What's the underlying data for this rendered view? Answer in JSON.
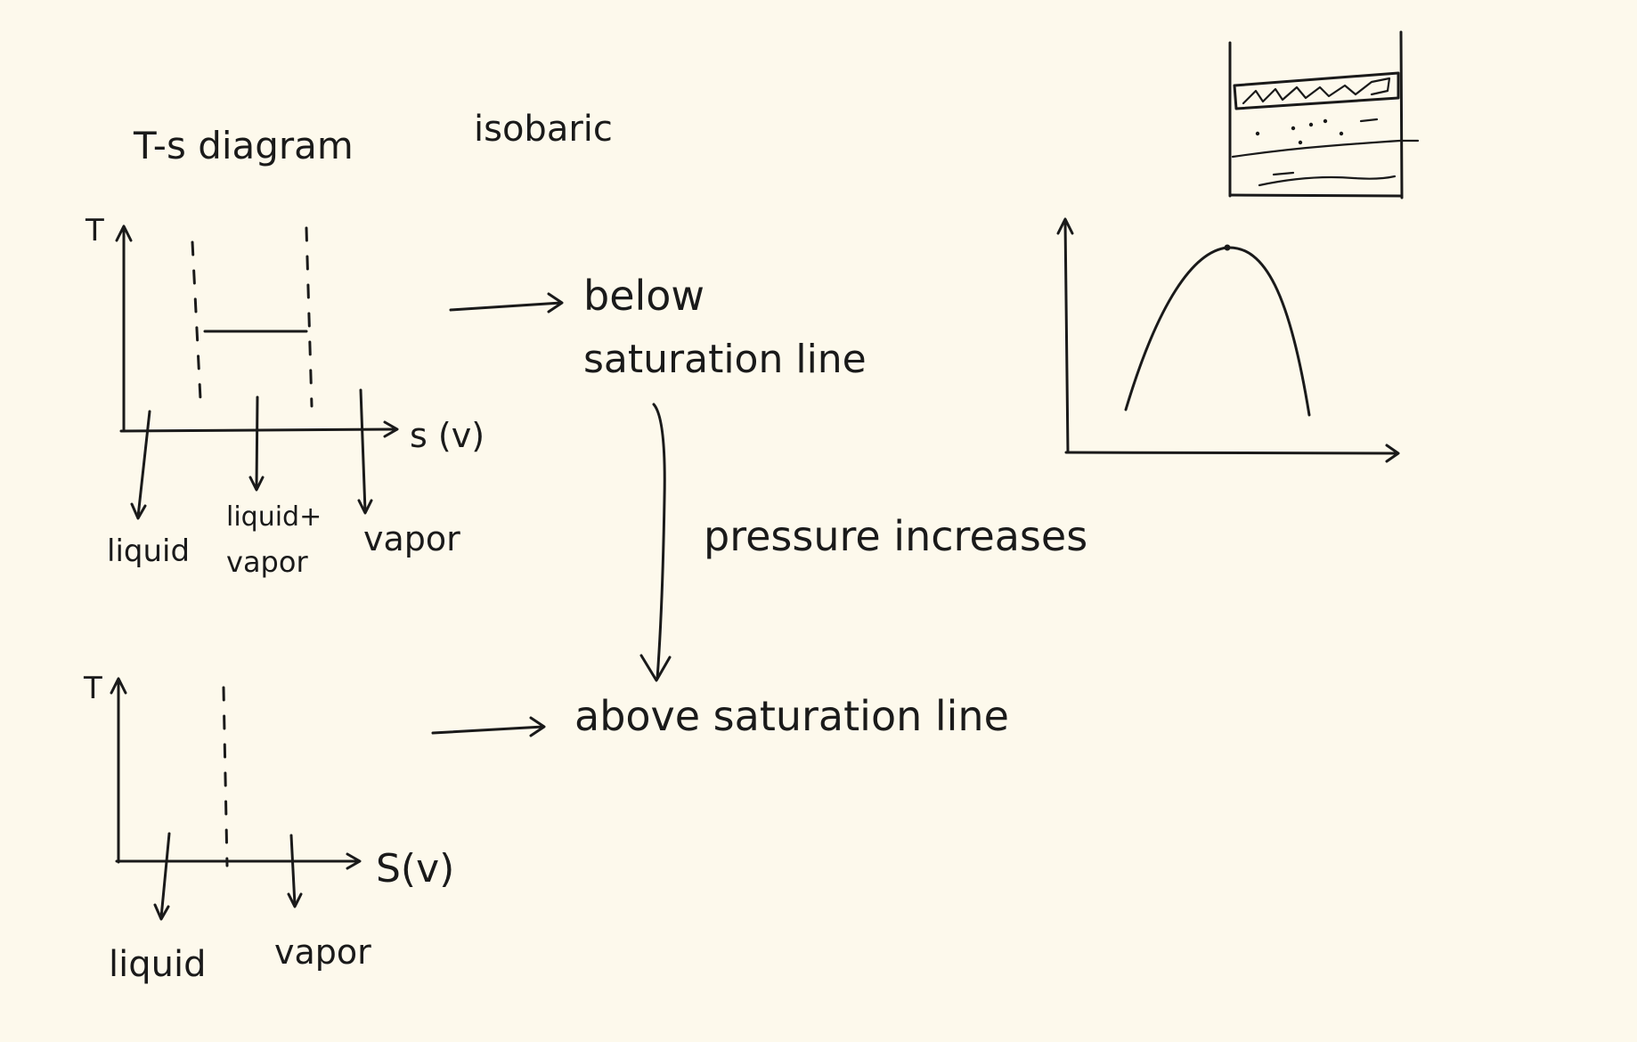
{
  "page": {
    "background": "#fdf9ec",
    "ink_color": "#1a1a1a"
  },
  "heading": {
    "title": "T-s diagram",
    "subtitle": "isobaric"
  },
  "diagram_top": {
    "y_axis_label": "T",
    "x_axis_label": "s (v)",
    "regions": [
      "liquid",
      "liquid+",
      "vapor",
      "vapor"
    ],
    "arrow_text": "below",
    "arrow_text_line2": "saturation line"
  },
  "transition": {
    "label": "pressure increases"
  },
  "diagram_bottom": {
    "y_axis_label": "T",
    "x_axis_label": "S(v)",
    "regions": [
      "liquid",
      "vapor"
    ],
    "arrow_text": "above saturation line"
  }
}
